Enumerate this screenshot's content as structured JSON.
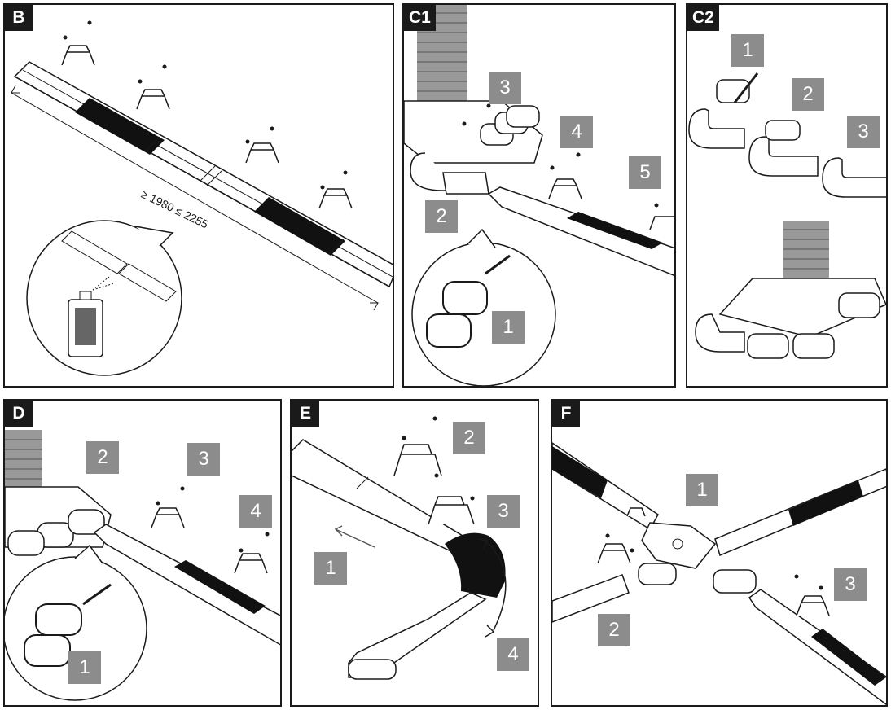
{
  "panels": {
    "B": {
      "label": "B",
      "dimension": "≥ 1980 ≤ 2255"
    },
    "C1": {
      "label": "C1",
      "steps": [
        "1",
        "2",
        "3",
        "4",
        "5"
      ]
    },
    "C2": {
      "label": "C2",
      "steps": [
        "1",
        "2",
        "3"
      ]
    },
    "D": {
      "label": "D",
      "steps": [
        "1",
        "2",
        "3",
        "4"
      ]
    },
    "E": {
      "label": "E",
      "steps": [
        "1",
        "2",
        "3",
        "4"
      ]
    },
    "F": {
      "label": "F",
      "steps": [
        "1",
        "2",
        "3"
      ]
    }
  },
  "colors": {
    "ink": "#1a1a1a",
    "step_box": "#8c8c8c",
    "insulation": "#111111",
    "duct_fill": "#ffffff"
  }
}
